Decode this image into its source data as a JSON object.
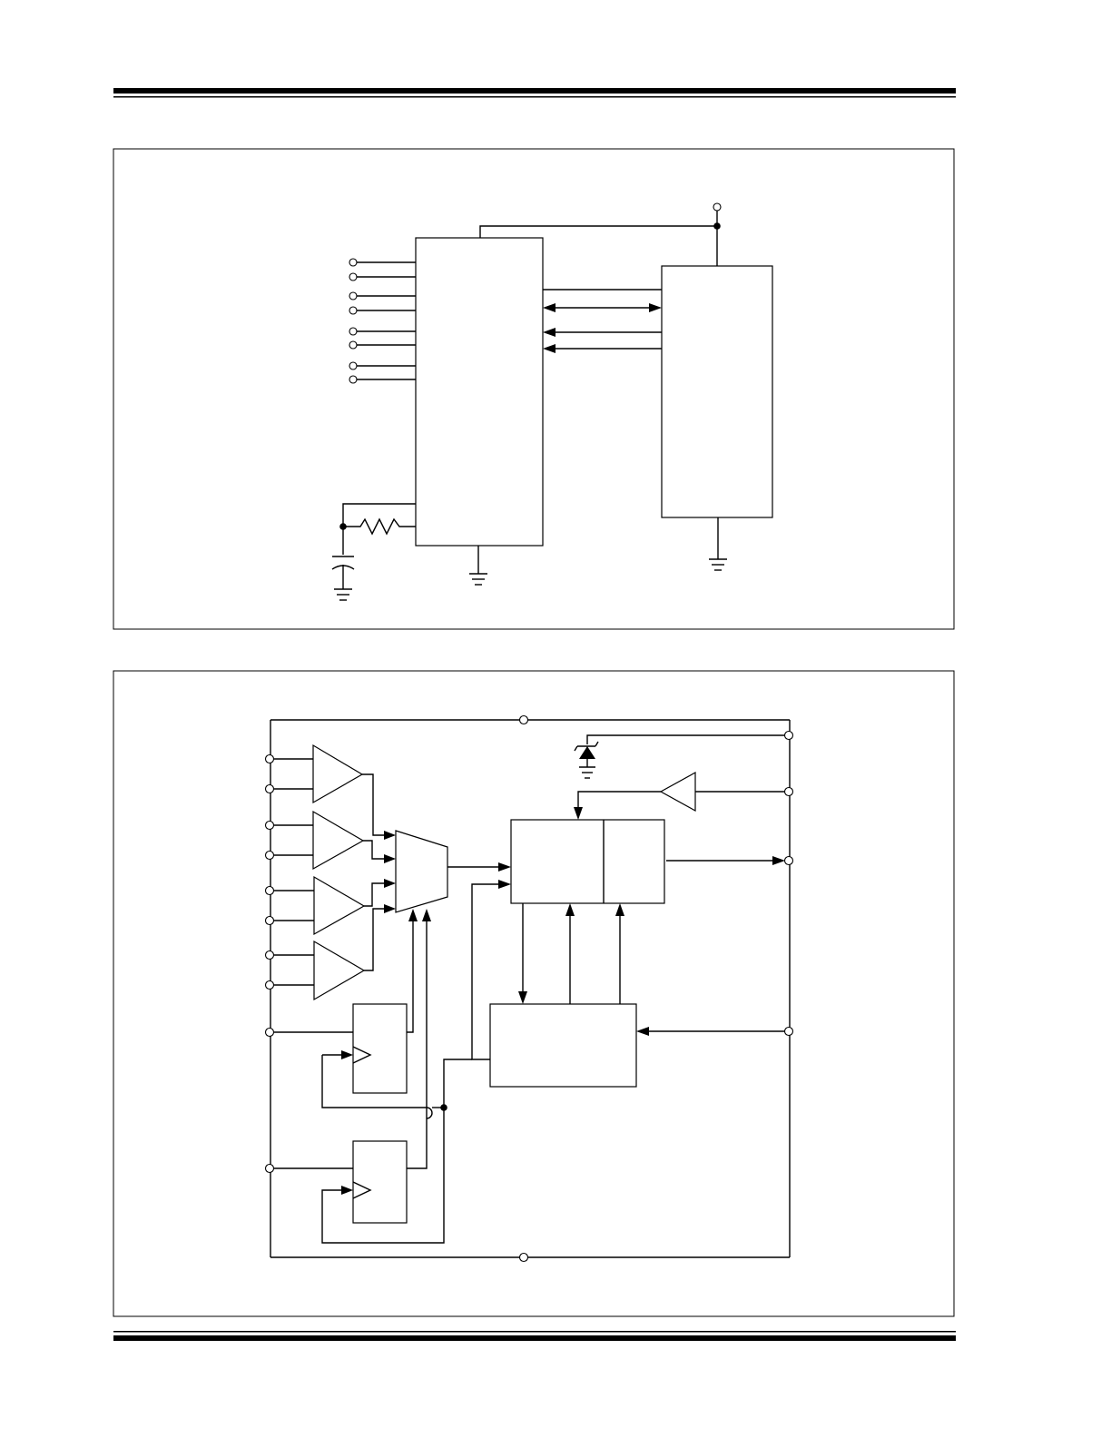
{
  "header": {
    "top_rule": "double-rule",
    "bottom_rule": "double-rule"
  },
  "figures": [
    {
      "kind": "typical-application-circuit",
      "components": [
        "input-pins",
        "converter-ic",
        "interface-controller",
        "rc-network",
        "supply-pin",
        "ground-symbols"
      ],
      "labels": []
    },
    {
      "kind": "functional-block-diagram",
      "components": [
        "input-amplifiers",
        "multiplexer",
        "converter-block",
        "output-register",
        "control-logic",
        "reference-diode",
        "buffer",
        "flip-flops"
      ],
      "labels": []
    }
  ],
  "colors": {
    "ink": "#000000",
    "paper": "#ffffff"
  }
}
